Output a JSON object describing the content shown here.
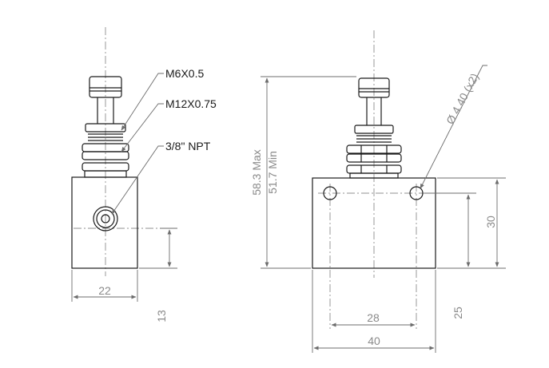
{
  "callouts": {
    "thread_1": "M6X0.5",
    "thread_2": "M12X0.75",
    "port": "3/8\" NPT"
  },
  "dimensions": {
    "side_width": "22",
    "side_port_height": "13",
    "front_height_max": "58.3 Max",
    "front_height_min": "51.7 Min",
    "hole_diameter": "Ø 4.40 (x2)",
    "hole_spacing": "28",
    "body_width": "40",
    "body_height": "30",
    "hole_height": "25"
  },
  "colors": {
    "outline": "#1a1a1a",
    "dimension": "#6d6d6d",
    "dimension_text": "#8a8a8a"
  }
}
